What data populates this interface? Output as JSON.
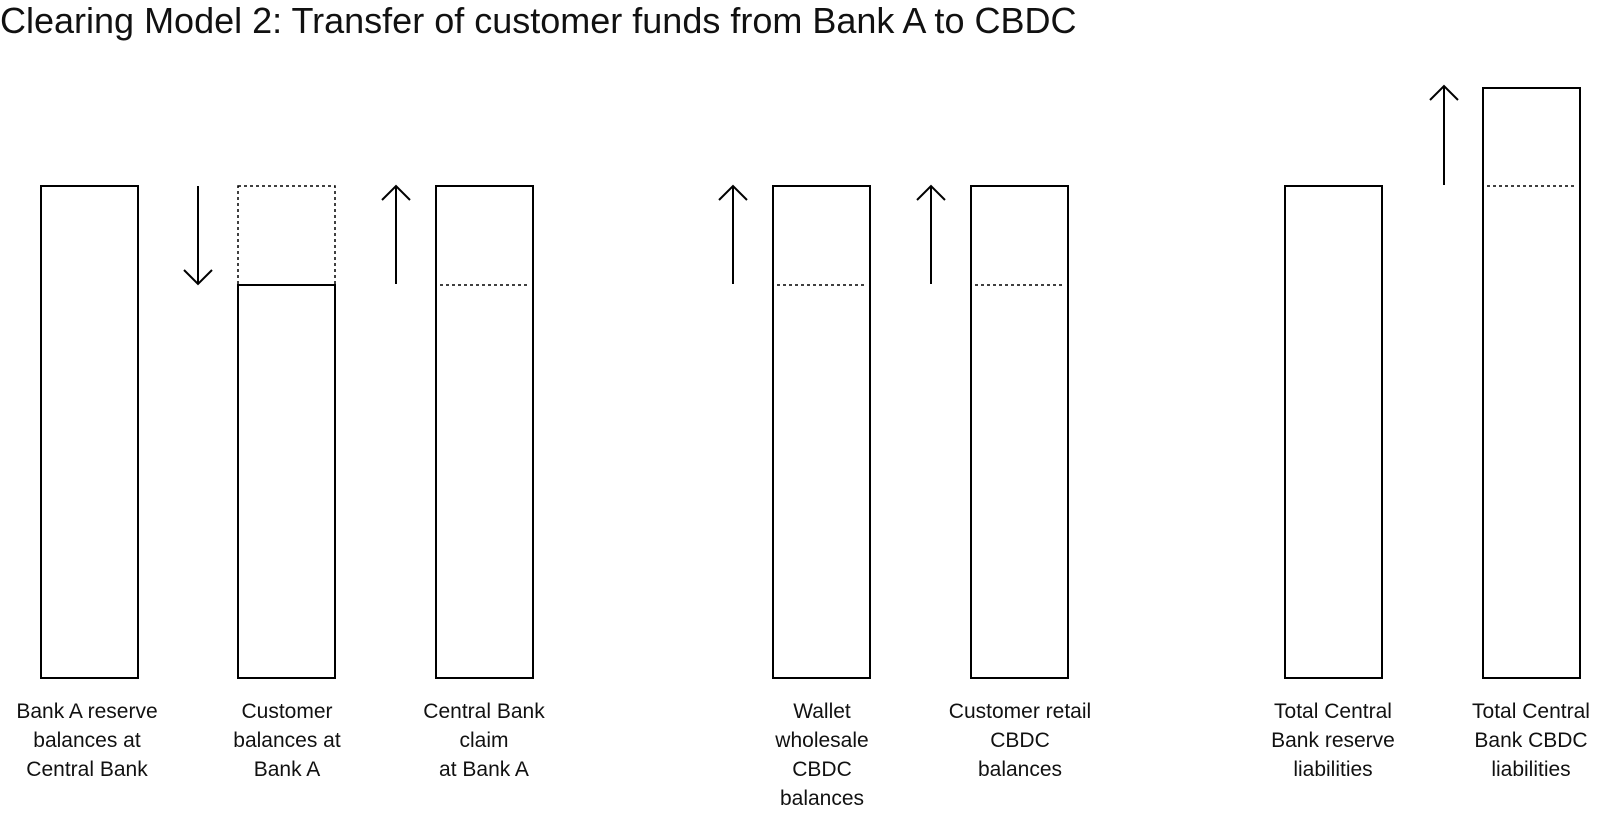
{
  "title": "Clearing Model 2: Transfer of customer funds from Bank A to CBDC",
  "colors": {
    "stroke": "#000000",
    "background": "#ffffff",
    "text": "#111111"
  },
  "bars": [
    {
      "id": "bank-a-reserve",
      "label": "Bank A reserve\nbalances at\nCentral Bank",
      "change": "none",
      "arrow": "none"
    },
    {
      "id": "customer-balances-bank-a",
      "label": "Customer\nbalances at\nBank A",
      "change": "decrease",
      "arrow": "down"
    },
    {
      "id": "cb-claim-bank-a",
      "label": "Central Bank\nclaim\nat Bank A",
      "change": "increase",
      "arrow": "up"
    },
    {
      "id": "wallet-wholesale-cbdc",
      "label": "Wallet\nwholesale\nCBDC\nbalances",
      "change": "increase",
      "arrow": "up"
    },
    {
      "id": "customer-retail-cbdc",
      "label": "Customer retail\nCBDC\nbalances",
      "change": "increase",
      "arrow": "up"
    },
    {
      "id": "total-cb-reserve",
      "label": "Total Central\nBank reserve\nliabilities",
      "change": "none",
      "arrow": "none"
    },
    {
      "id": "total-cb-cbdc",
      "label": "Total Central\nBank CBDC\nliabilities",
      "change": "increase",
      "arrow": "up"
    }
  ]
}
